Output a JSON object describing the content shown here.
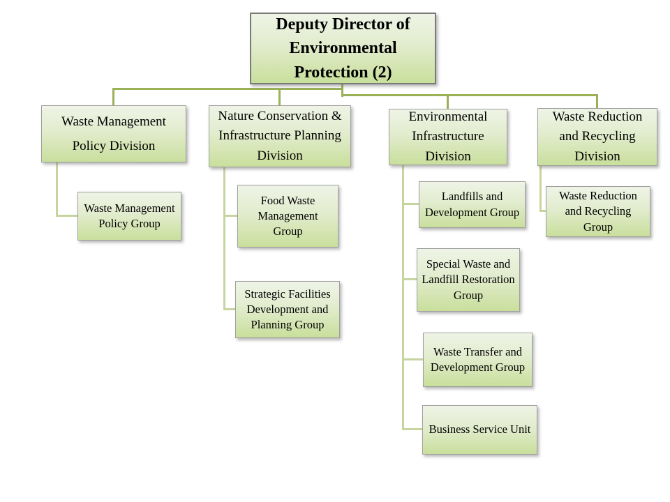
{
  "slide": {
    "root": {
      "label": "Deputy Director of Environmental Protection (2)"
    },
    "divisions": [
      {
        "label": "Waste Management Policy Division",
        "groups": [
          "Waste Management Policy Group"
        ]
      },
      {
        "label": "Nature Conservation & Infrastructure Planning Division",
        "groups": [
          "Food Waste Management Group",
          "Strategic Facilities Development and Planning Group"
        ]
      },
      {
        "label": "Environmental Infrastructure Division",
        "groups": [
          "Landfills and Development Group",
          "Special Waste and Landfill Restoration Group",
          "Waste Transfer and Development Group",
          "Business Service Unit"
        ]
      },
      {
        "label": "Waste Reduction and Recycling Division",
        "groups": [
          "Waste Reduction and Recycling Group"
        ]
      }
    ]
  },
  "theme": {
    "background": "#ffffff",
    "node_fill_top": "#eff4e6",
    "node_fill_mid": "#e2ecce",
    "node_fill_bottom": "#c9df9c",
    "node_border": "#9e9e9e",
    "root_border": "#7a7a7a",
    "connector_primary": "#9bb157",
    "connector_secondary": "#c6d5a0",
    "text_color": "#000000"
  }
}
